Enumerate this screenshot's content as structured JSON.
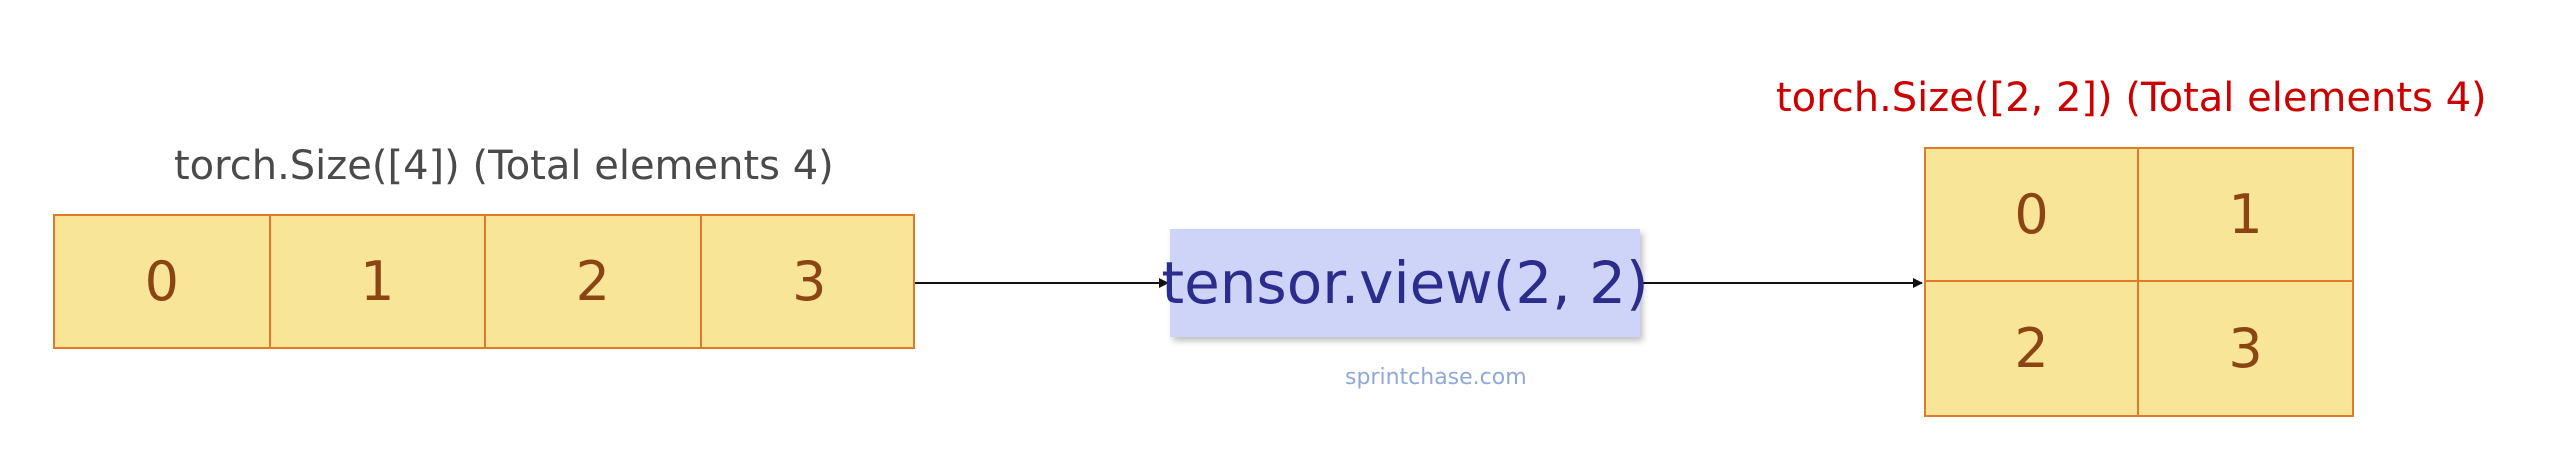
{
  "input": {
    "label": "torch.Size([4]) (Total elements 4)",
    "values": [
      "0",
      "1",
      "2",
      "3"
    ]
  },
  "operation": {
    "label": "tensor.view(2, 2)"
  },
  "watermark": "sprintchase.com",
  "output": {
    "label": "torch.Size([2, 2]) (Total elements 4)",
    "values": [
      [
        "0",
        "1"
      ],
      [
        "2",
        "3"
      ]
    ]
  },
  "colors": {
    "cell_fill": "#f8e597",
    "cell_border": "#e07a2a",
    "cell_text": "#8b4513",
    "op_fill": "#cdd4f7",
    "op_text": "#2c2c8c",
    "output_label": "#cc0000",
    "input_label": "#4a4a4a",
    "watermark": "#8fa8d8"
  }
}
